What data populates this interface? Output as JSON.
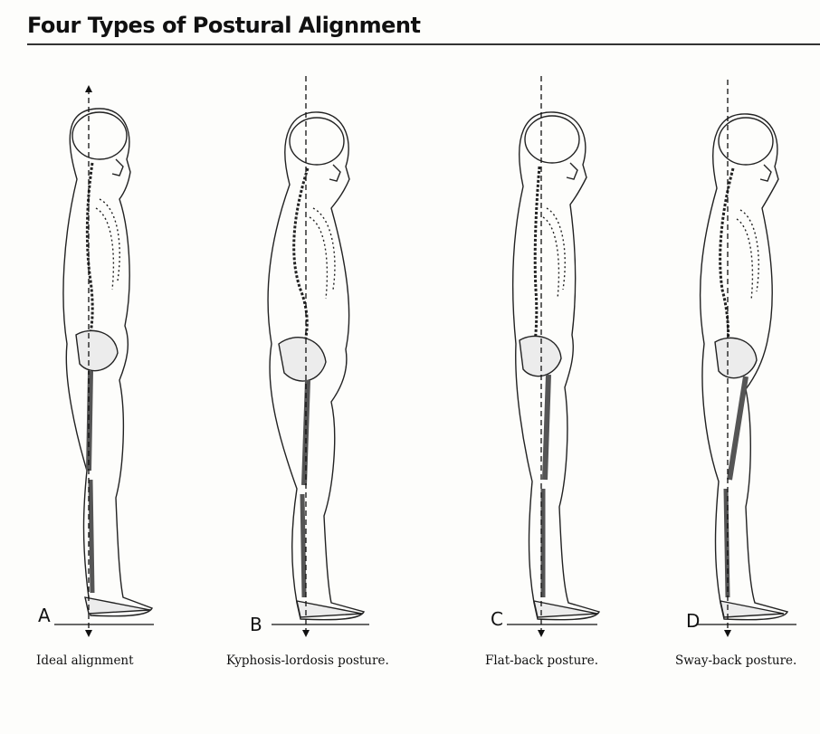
{
  "header": {
    "title": "Four Types of Postural Alignment"
  },
  "figures": [
    {
      "letter": "A",
      "caption": "Ideal alignment"
    },
    {
      "letter": "B",
      "caption": "Kyphosis-lordosis posture."
    },
    {
      "letter": "C",
      "caption": "Flat-back posture."
    },
    {
      "letter": "D",
      "caption": "Sway-back posture."
    }
  ]
}
